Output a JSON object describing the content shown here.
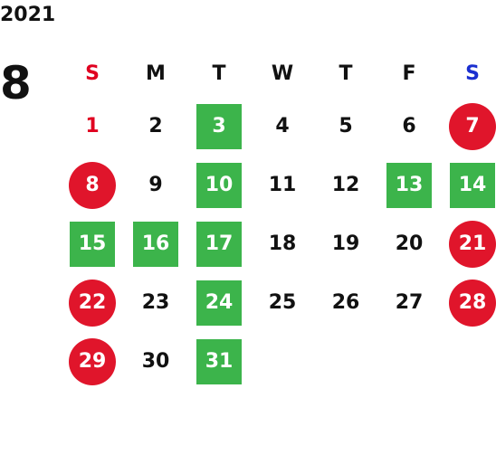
{
  "calendar": {
    "year": "2021",
    "month": "8",
    "weekdays": [
      "S",
      "M",
      "T",
      "W",
      "T",
      "F",
      "S"
    ],
    "weeks": [
      [
        "1",
        "2",
        "3",
        "4",
        "5",
        "6",
        "7"
      ],
      [
        "8",
        "9",
        "10",
        "11",
        "12",
        "13",
        "14"
      ],
      [
        "15",
        "16",
        "17",
        "18",
        "19",
        "20",
        "21"
      ],
      [
        "22",
        "23",
        "24",
        "25",
        "26",
        "27",
        "28"
      ],
      [
        "29",
        "30",
        "31",
        "",
        "",
        "",
        ""
      ]
    ],
    "colors": {
      "sunday": "#e00020",
      "saturday": "#1a2fd0",
      "holiday_circle": "#e0152b",
      "highlight_square": "#3cb44b"
    }
  }
}
